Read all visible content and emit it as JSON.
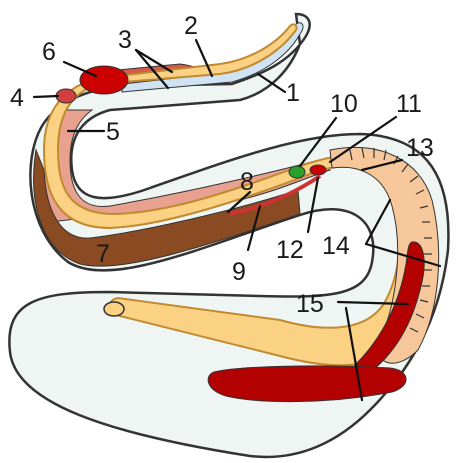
{
  "labels": {
    "l1": "1",
    "l2": "2",
    "l3": "3",
    "l4": "4",
    "l5": "5",
    "l6": "6",
    "l7": "7",
    "l8": "8",
    "l9": "9",
    "l10": "10",
    "l11": "11",
    "l12": "12",
    "l13": "13",
    "l14": "14",
    "l15": "15"
  },
  "colors": {
    "body_fill": "#eef5f3",
    "outline": "#333333",
    "gut": "#fbd184",
    "gut_edge": "#d49a3a",
    "dorsal_red": "#cc3333",
    "pink_tissue": "#e9a18f",
    "brown_tissue": "#8a4a22",
    "dark_red": "#b30000",
    "green_organ": "#2aa02a",
    "peach_segment": "#f6c79a",
    "blue_canal": "#cfe3f5"
  }
}
